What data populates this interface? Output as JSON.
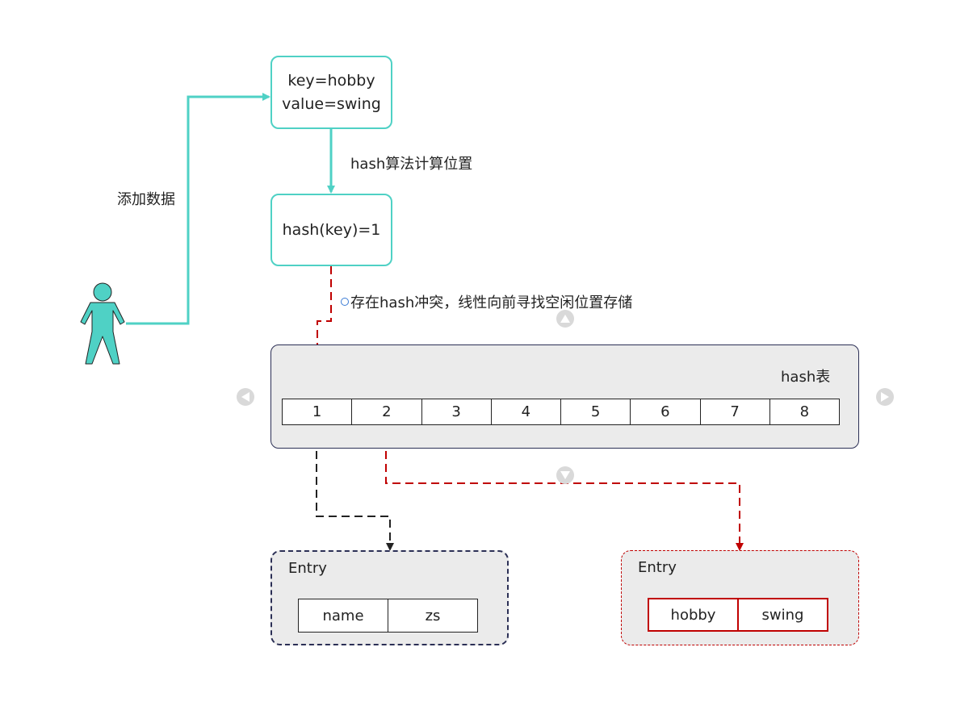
{
  "diagram": {
    "input_box": {
      "line1": "key=hobby",
      "line2": "value=swing"
    },
    "hash_label": "hash算法计算位置",
    "hash_box": "hash(key)=1",
    "add_data_label": "添加数据",
    "collision_label": "存在hash冲突，线性向前寻找空闲位置存储",
    "hash_table": {
      "title": "hash表",
      "slots": [
        "1",
        "2",
        "3",
        "4",
        "5",
        "6",
        "7",
        "8"
      ]
    },
    "entry_left": {
      "title": "Entry",
      "key": "name",
      "value": "zs"
    },
    "entry_right": {
      "title": "Entry",
      "key": "hobby",
      "value": "swing"
    }
  },
  "colors": {
    "teal": "#4fd1c5",
    "red": "#c00000",
    "navy": "#2b2f55"
  },
  "icons": [
    "person-icon",
    "nav-up-icon",
    "nav-down-icon",
    "nav-left-icon",
    "nav-right-icon"
  ]
}
